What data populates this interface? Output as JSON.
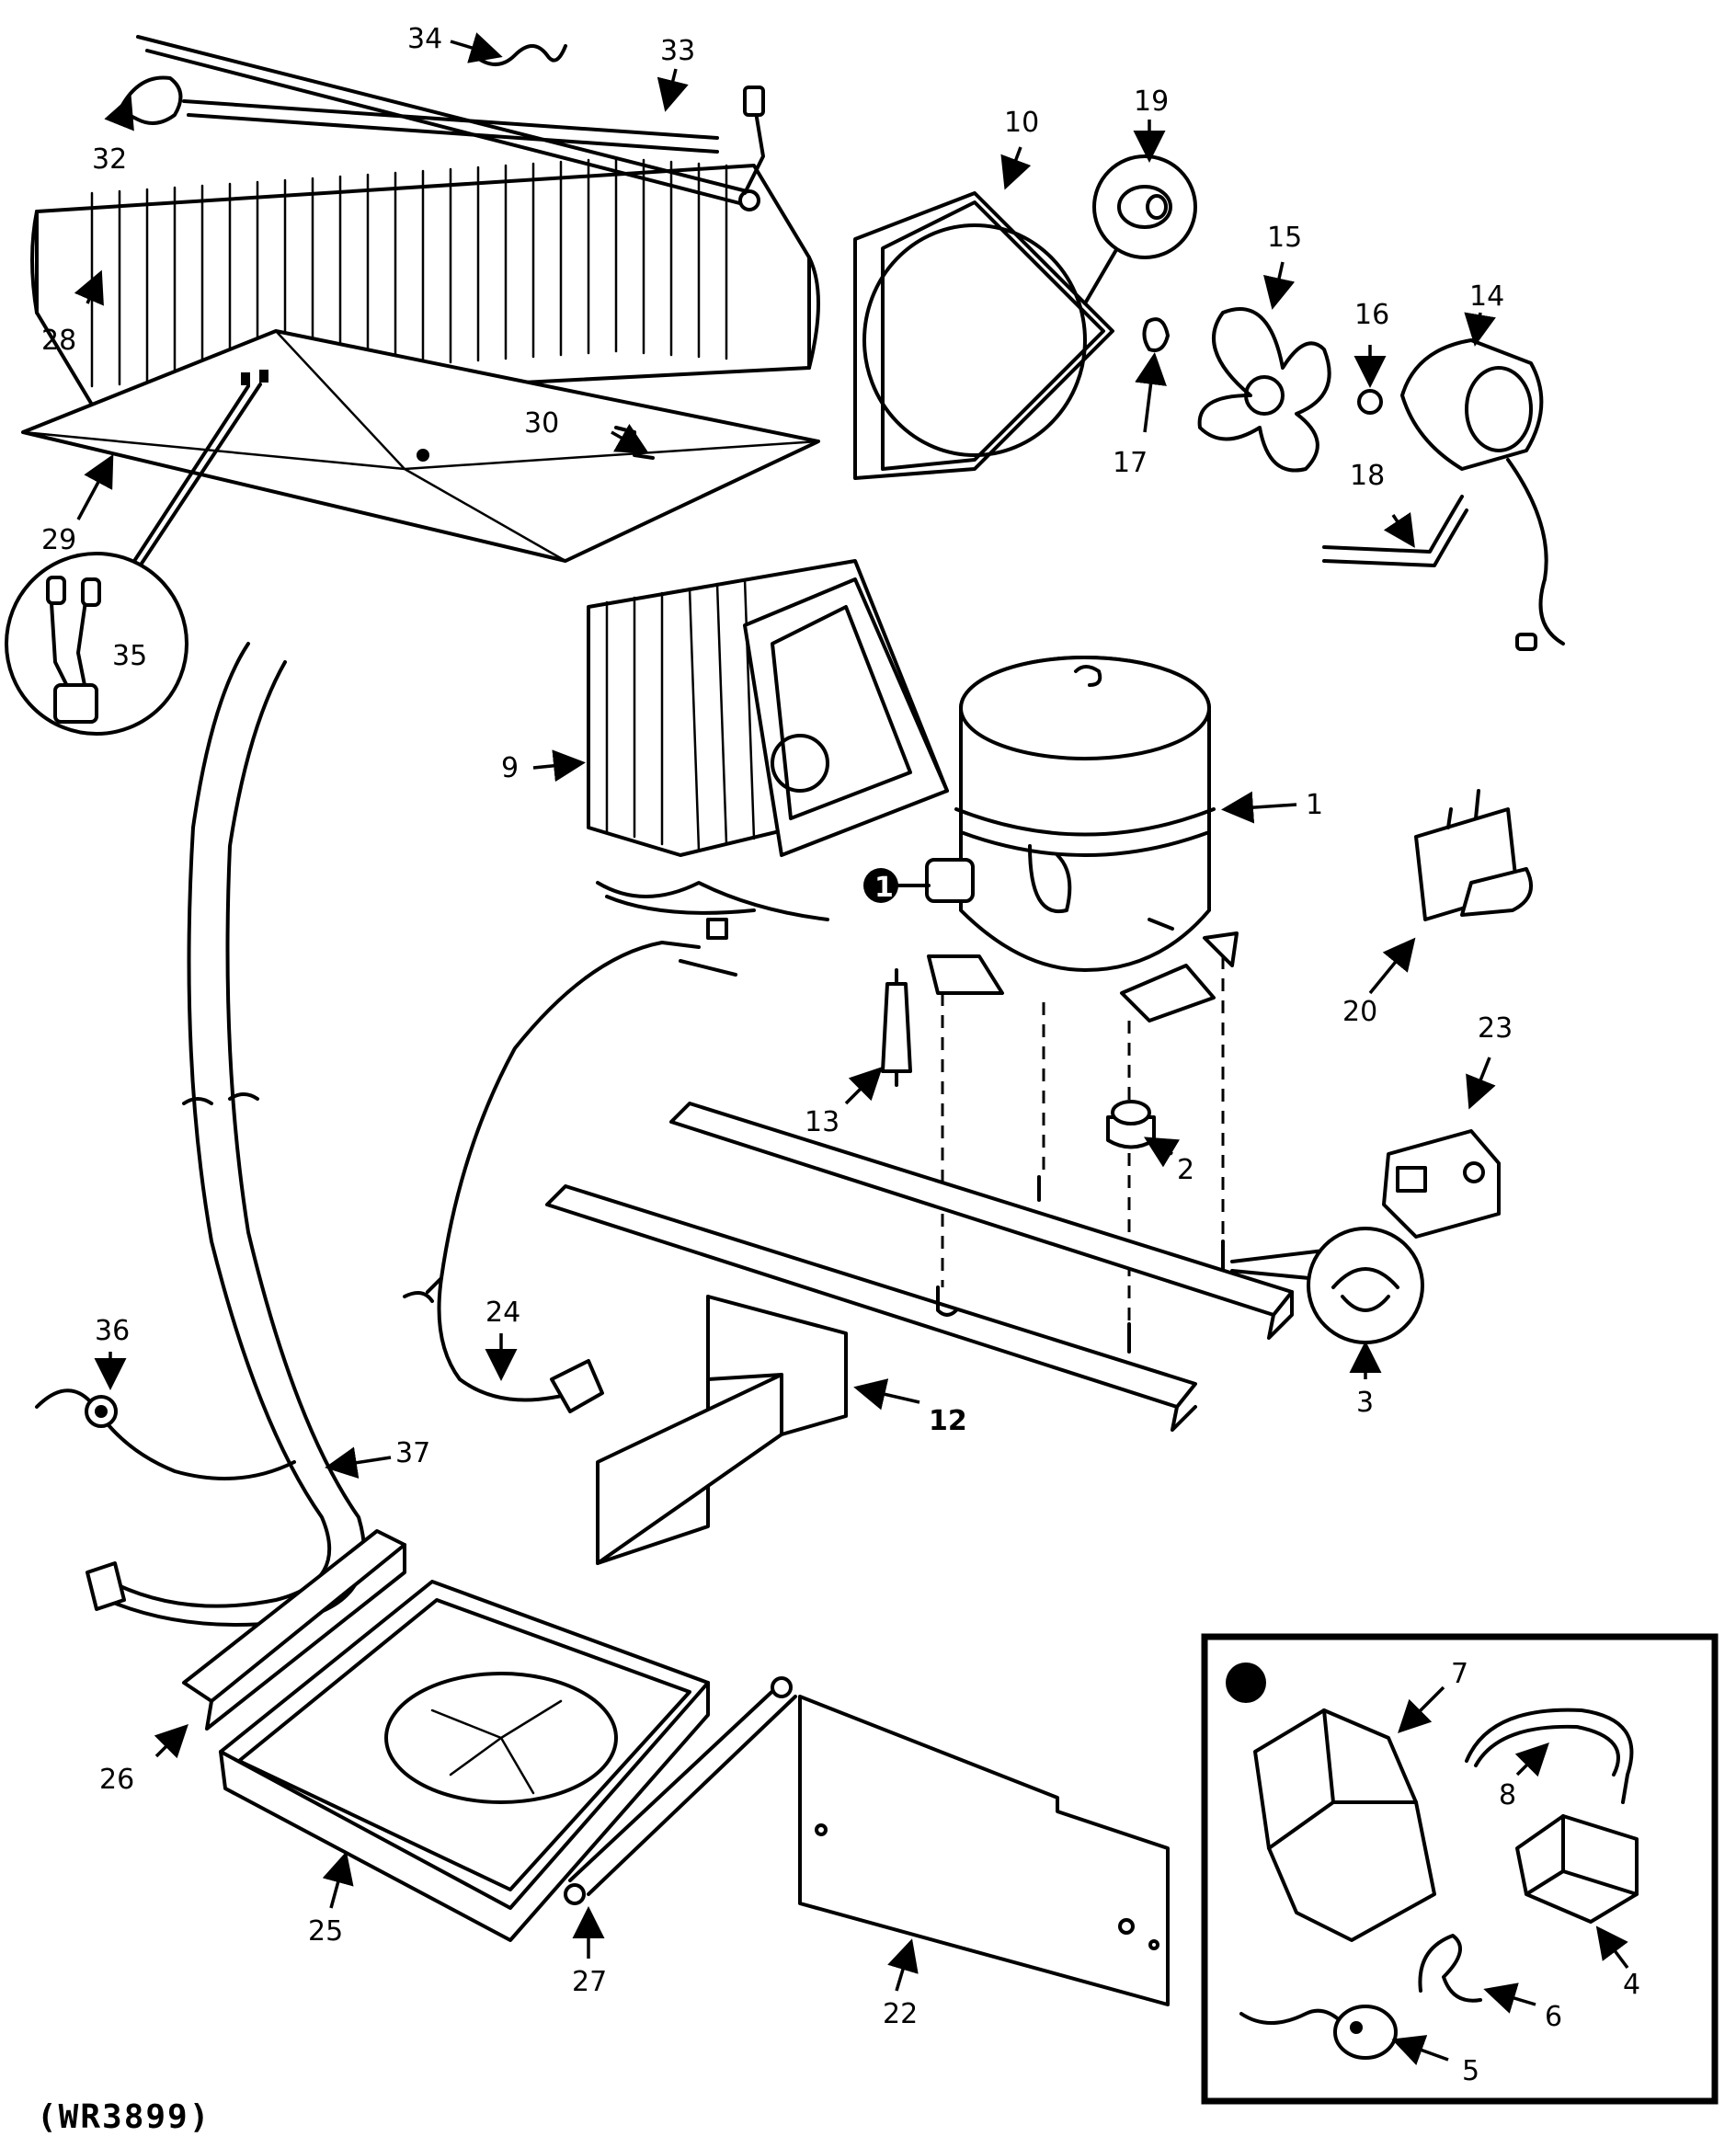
{
  "drawing_code": "(WR3899)",
  "inset_marker": "1",
  "parts": {
    "p1": "1",
    "p2": "2",
    "p3": "3",
    "p4": "4",
    "p5": "5",
    "p6": "6",
    "p7": "7",
    "p8": "8",
    "p9": "9",
    "p10": "10",
    "p12": "12",
    "p13": "13",
    "p14": "14",
    "p15": "15",
    "p16": "16",
    "p17": "17",
    "p18": "18",
    "p19": "19",
    "p20": "20",
    "p22": "22",
    "p23": "23",
    "p24": "24",
    "p25": "25",
    "p26": "26",
    "p27": "27",
    "p28": "28",
    "p29": "29",
    "p30": "30",
    "p32": "32",
    "p33": "33",
    "p34": "34",
    "p35": "35",
    "p36": "36",
    "p37": "37"
  }
}
